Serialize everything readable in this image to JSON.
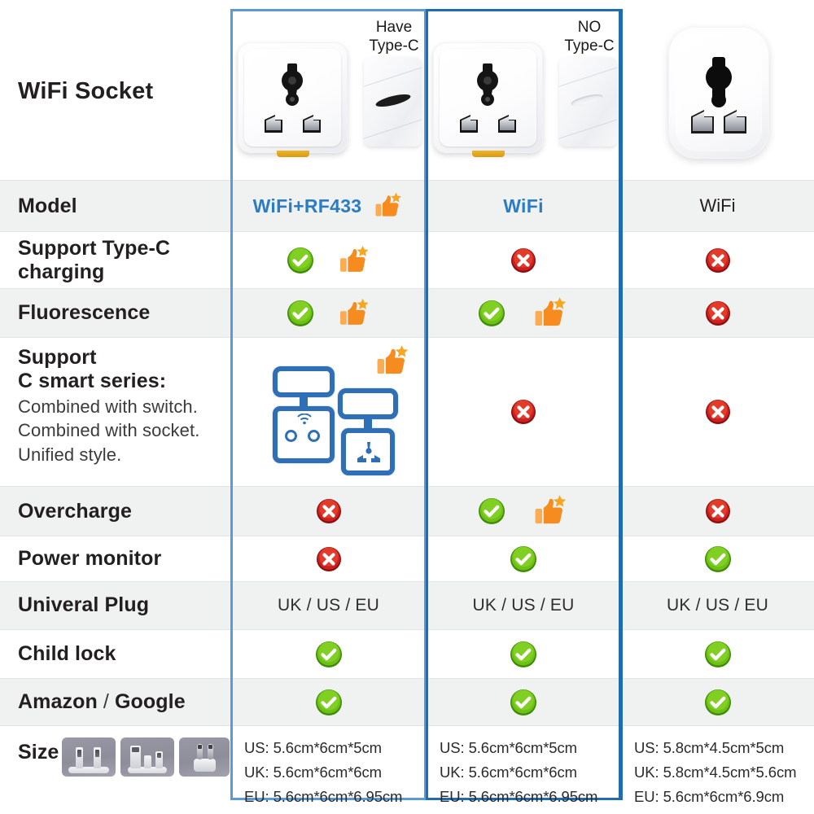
{
  "header": {
    "title": "WiFi Socket",
    "col1_tag": "Have\nType-C",
    "col1_tag_line1": "Have",
    "col1_tag_line2": "Type-C",
    "col2_tag_line1": "NO",
    "col2_tag_line2": "Type-C"
  },
  "colors": {
    "accent_blue": "#5b9bd5",
    "accent_blue_dark": "#1f6cb0",
    "model_blue": "#2b7cc4",
    "check_green": "#57b002",
    "cross_red": "#cf2020",
    "thumb_orange": "#f68b1f",
    "band_gray": "#f0f1f1"
  },
  "columns": [
    {
      "id": "col1",
      "model": "WiFi+RF433",
      "highlighted": true
    },
    {
      "id": "col2",
      "model": "WiFi",
      "highlighted": true
    },
    {
      "id": "col3",
      "model": "WiFi",
      "highlighted": false
    }
  ],
  "rows": [
    {
      "id": "model",
      "label": "Model",
      "label_bold": true,
      "values": [
        {
          "type": "text",
          "text": "WiFi+RF433",
          "style": "blue-bold",
          "thumbsup": true
        },
        {
          "type": "text",
          "text": "WiFi",
          "style": "blue-bold",
          "thumbsup": false
        },
        {
          "type": "text",
          "text": "WiFi",
          "style": "plain",
          "thumbsup": false
        }
      ]
    },
    {
      "id": "support-type-c-charging",
      "label_line1": "Support Type-C",
      "label_line2": "charging",
      "values": [
        {
          "type": "check",
          "thumbsup": true
        },
        {
          "type": "cross",
          "thumbsup": false
        },
        {
          "type": "cross",
          "thumbsup": false
        }
      ]
    },
    {
      "id": "fluorescence",
      "label": "Fluorescence",
      "values": [
        {
          "type": "check",
          "thumbsup": true
        },
        {
          "type": "check",
          "thumbsup": true
        },
        {
          "type": "cross",
          "thumbsup": false
        }
      ]
    },
    {
      "id": "support-c-smart-series",
      "label_line1": "Support",
      "label_line2": "C smart series:",
      "sub_lines": [
        "Combined with switch.",
        "Combined with socket.",
        "Unified style."
      ],
      "values": [
        {
          "type": "smart-series-art",
          "thumbsup": true
        },
        {
          "type": "cross",
          "thumbsup": false
        },
        {
          "type": "cross",
          "thumbsup": false
        }
      ]
    },
    {
      "id": "overcharge",
      "label": "Overcharge",
      "values": [
        {
          "type": "cross",
          "thumbsup": false
        },
        {
          "type": "check",
          "thumbsup": true
        },
        {
          "type": "cross",
          "thumbsup": false
        }
      ]
    },
    {
      "id": "power-monitor",
      "label": "Power monitor",
      "values": [
        {
          "type": "cross",
          "thumbsup": false
        },
        {
          "type": "check",
          "thumbsup": false
        },
        {
          "type": "check",
          "thumbsup": false
        }
      ]
    },
    {
      "id": "univeral-plug",
      "label": "Univeral Plug",
      "values": [
        {
          "type": "text",
          "text": "UK / US / EU",
          "style": "plug"
        },
        {
          "type": "text",
          "text": "UK / US / EU",
          "style": "plug"
        },
        {
          "type": "text",
          "text": "UK / US / EU",
          "style": "plug"
        }
      ]
    },
    {
      "id": "child-lock",
      "label": "Child lock",
      "values": [
        {
          "type": "check",
          "thumbsup": false
        },
        {
          "type": "check",
          "thumbsup": false
        },
        {
          "type": "check",
          "thumbsup": false
        }
      ]
    },
    {
      "id": "amazon-google",
      "label_part1": "Amazon",
      "label_sep": " / ",
      "label_part2": "Google",
      "values": [
        {
          "type": "check",
          "thumbsup": false
        },
        {
          "type": "check",
          "thumbsup": false
        },
        {
          "type": "check",
          "thumbsup": false
        }
      ]
    },
    {
      "id": "size",
      "label": "Size",
      "values": [
        {
          "type": "size"
        },
        {
          "type": "size"
        },
        {
          "type": "size"
        }
      ]
    }
  ],
  "size_specs": {
    "col1": [
      "US: 5.6cm*6cm*5cm",
      "UK: 5.6cm*6cm*6cm",
      "EU: 5.6cm*6cm*6.95cm"
    ],
    "col2": [
      "US: 5.6cm*6cm*5cm",
      "UK: 5.6cm*6cm*6cm",
      "EU: 5.6cm*6cm*6.95cm"
    ],
    "col3": [
      "US: 5.8cm*4.5cm*5cm",
      "UK: 5.8cm*4.5cm*5.6cm",
      "EU: 5.6cm*6cm*6.9cm"
    ]
  }
}
